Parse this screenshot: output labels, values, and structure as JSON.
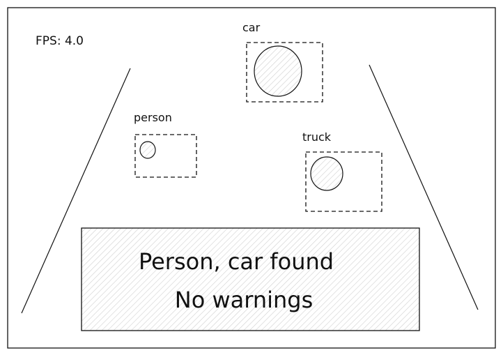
{
  "hud": {
    "fps_text": "FPS: 4.0"
  },
  "detections": [
    {
      "label": "car"
    },
    {
      "label": "person"
    },
    {
      "label": "truck"
    }
  ],
  "status": {
    "line1": "Person, car found",
    "line2": "No warnings"
  },
  "colors": {
    "stroke": "#111111",
    "hatch": "#c8c8c8",
    "background": "#ffffff"
  }
}
